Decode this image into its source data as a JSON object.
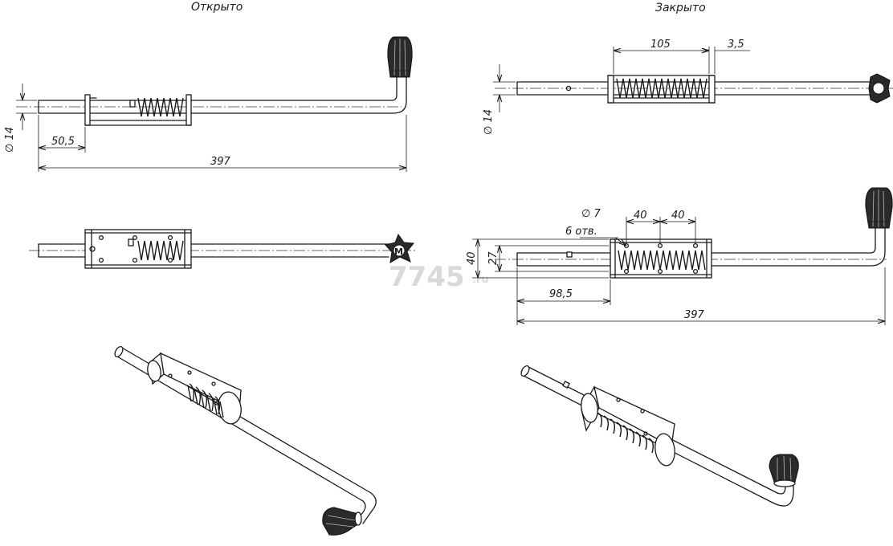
{
  "views": {
    "open": {
      "title": "Открыто"
    },
    "closed": {
      "title": "Закрыто"
    }
  },
  "dimensions": {
    "open_diameter": "∅ 14",
    "open_offset": "50,5",
    "open_length": "397",
    "closed_spring": "105",
    "closed_gap": "3,5",
    "closed_diameter": "∅ 14",
    "hole_diameter": "∅ 7",
    "hole_count": "6 отв.",
    "hole_pitch_1": "40",
    "hole_pitch_2": "40",
    "height_outer": "40",
    "height_inner": "27",
    "closed_offset": "98,5",
    "closed_length": "397"
  },
  "knob_mark": "M",
  "watermark": {
    "text": "7745",
    "suffix": ".ru"
  },
  "colors": {
    "ink": "#1a1a1a",
    "knob": "#2a2a2a",
    "watermark": "#d9d9d9"
  }
}
